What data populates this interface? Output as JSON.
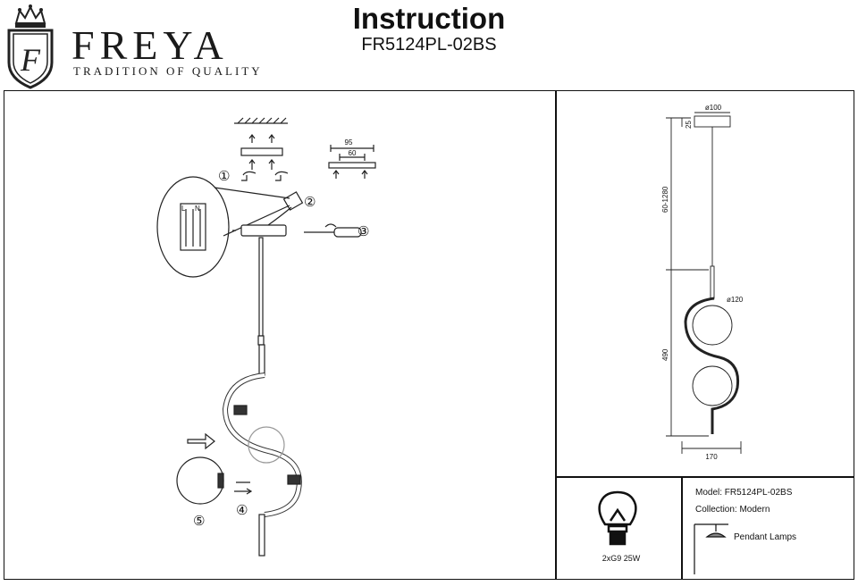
{
  "brand": {
    "name": "FREYA",
    "tagline": "TRADITION OF QUALITY",
    "monogram": "F"
  },
  "document": {
    "title": "Instruction",
    "model_code": "FR5124PL-02BS"
  },
  "assembly": {
    "steps": [
      "①",
      "②",
      "③",
      "④",
      "⑤"
    ],
    "mount_bracket": {
      "outer_width": "95",
      "inner_width": "60"
    },
    "terminal_labels": [
      "L",
      "N"
    ]
  },
  "dimensions": {
    "canopy_diameter": "ø100",
    "canopy_height": "25",
    "cord_length": "60-1280",
    "shade_diameter": "ø120",
    "body_height": "490",
    "width": "170"
  },
  "bulb": {
    "caption": "2xG9 25W"
  },
  "specs": {
    "model": "Model: FR5124PL-02BS",
    "collection": "Collection: Modern",
    "type": "Pendant Lamps"
  }
}
